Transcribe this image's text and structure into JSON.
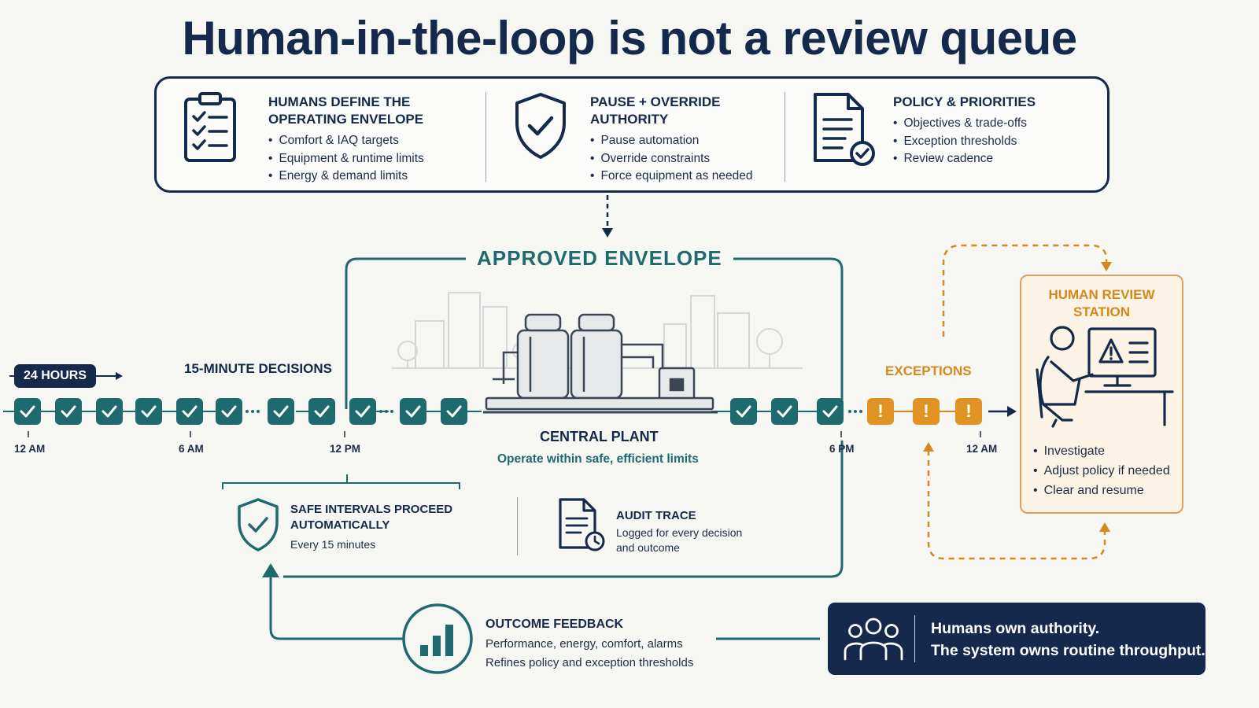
{
  "title": "Human-in-the-loop is not a review queue",
  "top_panel": {
    "columns": [
      {
        "icon": "clipboard-checklist-icon",
        "heading": [
          "HUMANS DEFINE THE",
          "OPERATING ENVELOPE"
        ],
        "bullets": [
          "Comfort & IAQ targets",
          "Equipment & runtime limits",
          "Energy & demand limits"
        ]
      },
      {
        "icon": "shield-check-icon",
        "heading": [
          "PAUSE + OVERRIDE",
          "AUTHORITY"
        ],
        "bullets": [
          "Pause automation",
          "Override constraints",
          "Force equipment as needed"
        ]
      },
      {
        "icon": "document-check-icon",
        "heading": [
          "POLICY & PRIORITIES"
        ],
        "bullets": [
          "Objectives & trade-offs",
          "Exception thresholds",
          "Review cadence"
        ]
      }
    ]
  },
  "envelope_label": "APPROVED ENVELOPE",
  "timeline": {
    "span_label": "24 HOURS",
    "decisions_label": "15-MINUTE DECISIONS",
    "time_labels": [
      "12 AM",
      "6 AM",
      "12 PM",
      "6 PM",
      "12 AM"
    ],
    "exceptions_label": "EXCEPTIONS",
    "exception_glyph": "!"
  },
  "central_plant": {
    "title": "CENTRAL PLANT",
    "subtitle": "Operate within safe, efficient limits"
  },
  "safe_intervals": {
    "heading": [
      "SAFE INTERVALS PROCEED",
      "AUTOMATICALLY"
    ],
    "text": "Every 15 minutes"
  },
  "audit_trace": {
    "heading": "AUDIT TRACE",
    "text": [
      "Logged for every decision",
      "and outcome"
    ]
  },
  "human_review": {
    "title": [
      "HUMAN REVIEW",
      "STATION"
    ],
    "bullets": [
      "Investigate",
      "Adjust policy if needed",
      "Clear and resume"
    ]
  },
  "outcome_feedback": {
    "heading": "OUTCOME FEEDBACK",
    "lines": [
      "Performance, energy, comfort, alarms",
      "Refines policy and exception thresholds"
    ]
  },
  "callout": {
    "lines": [
      "Humans own authority.",
      "The system owns routine throughput."
    ]
  },
  "colors": {
    "navy": "#14294b",
    "teal": "#1f6a6f",
    "amber": "#de9323",
    "background": "#f6f6f3"
  }
}
